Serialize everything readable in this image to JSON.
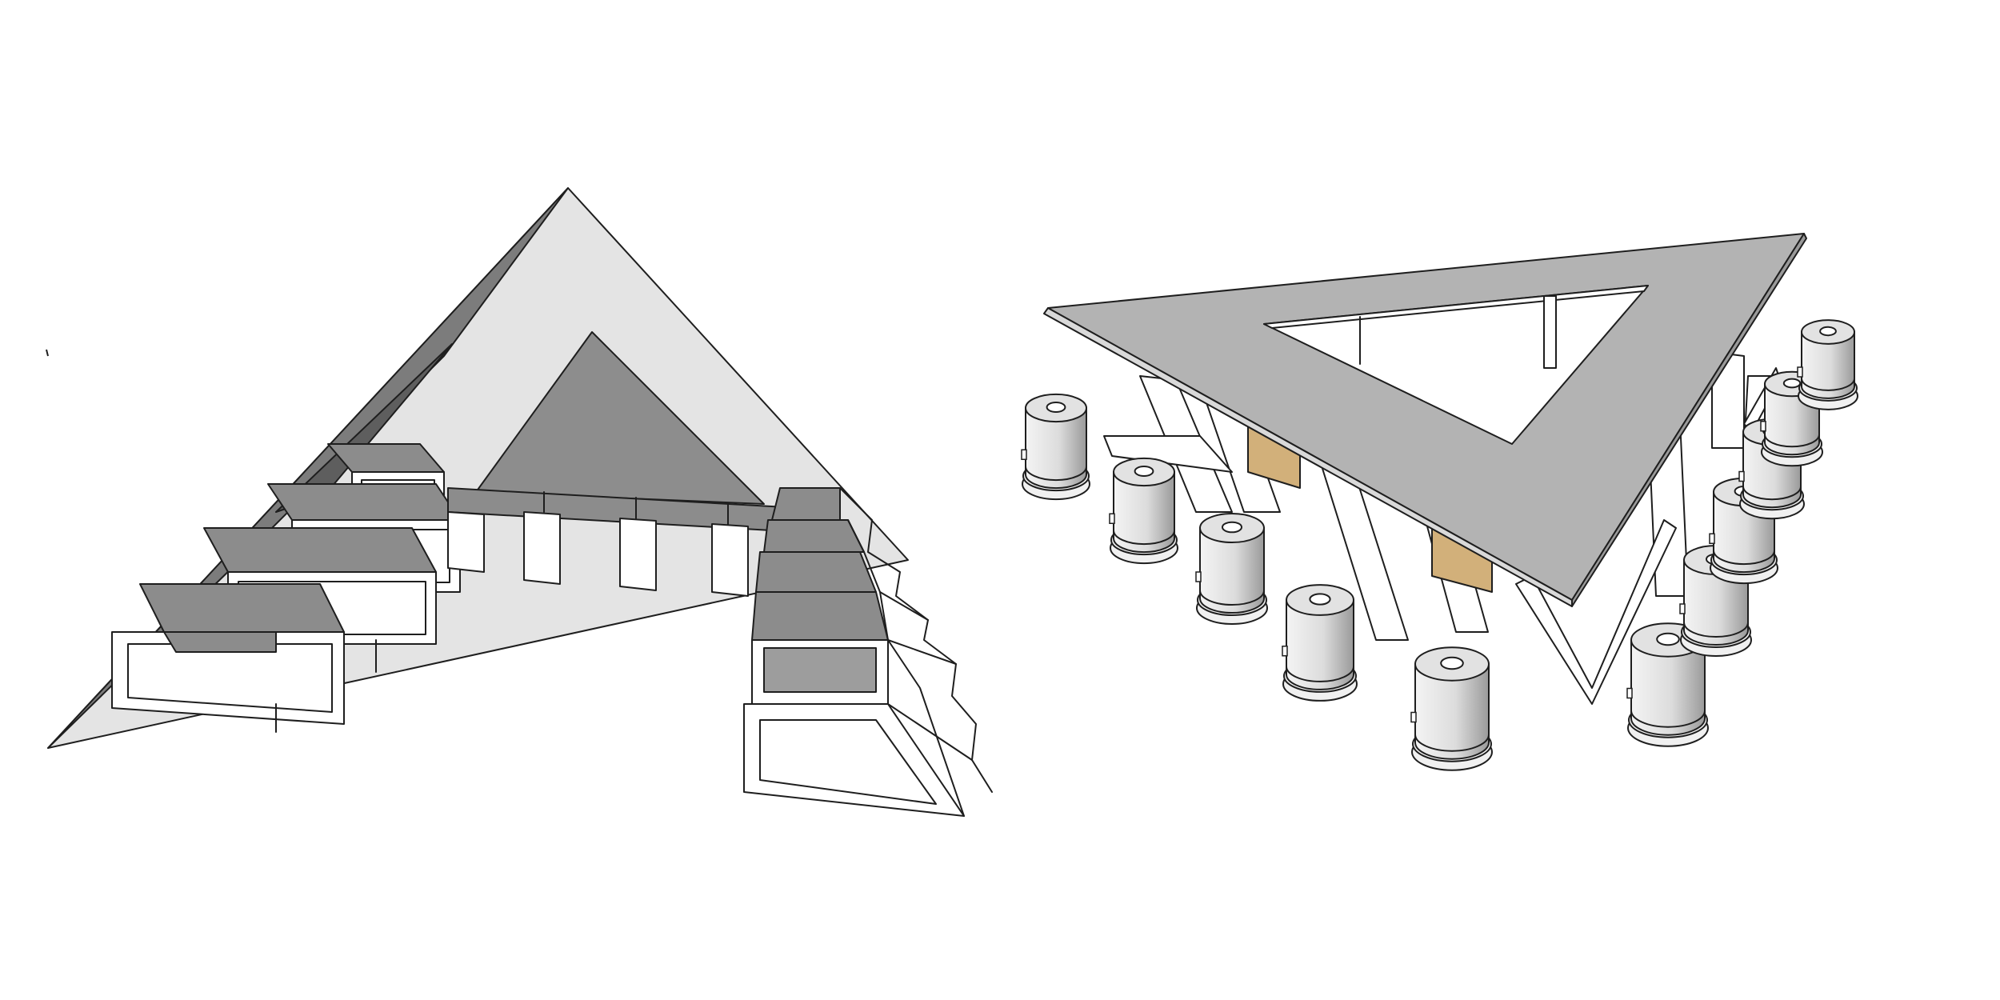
{
  "colors": {
    "background": "#ffffff",
    "panel_dark": "#6f6f6f",
    "panel_mid": "#8c8c8c",
    "panel_light": "#d9d9d9",
    "table_top": "#b3b3b3",
    "wood_panel": "#d2b07a",
    "outline": "#1e1e1e"
  },
  "models": [
    {
      "name": "triangular-stepped-seating-model",
      "tiers": 4
    },
    {
      "name": "triangular-ring-table-model",
      "stools": 11
    }
  ]
}
